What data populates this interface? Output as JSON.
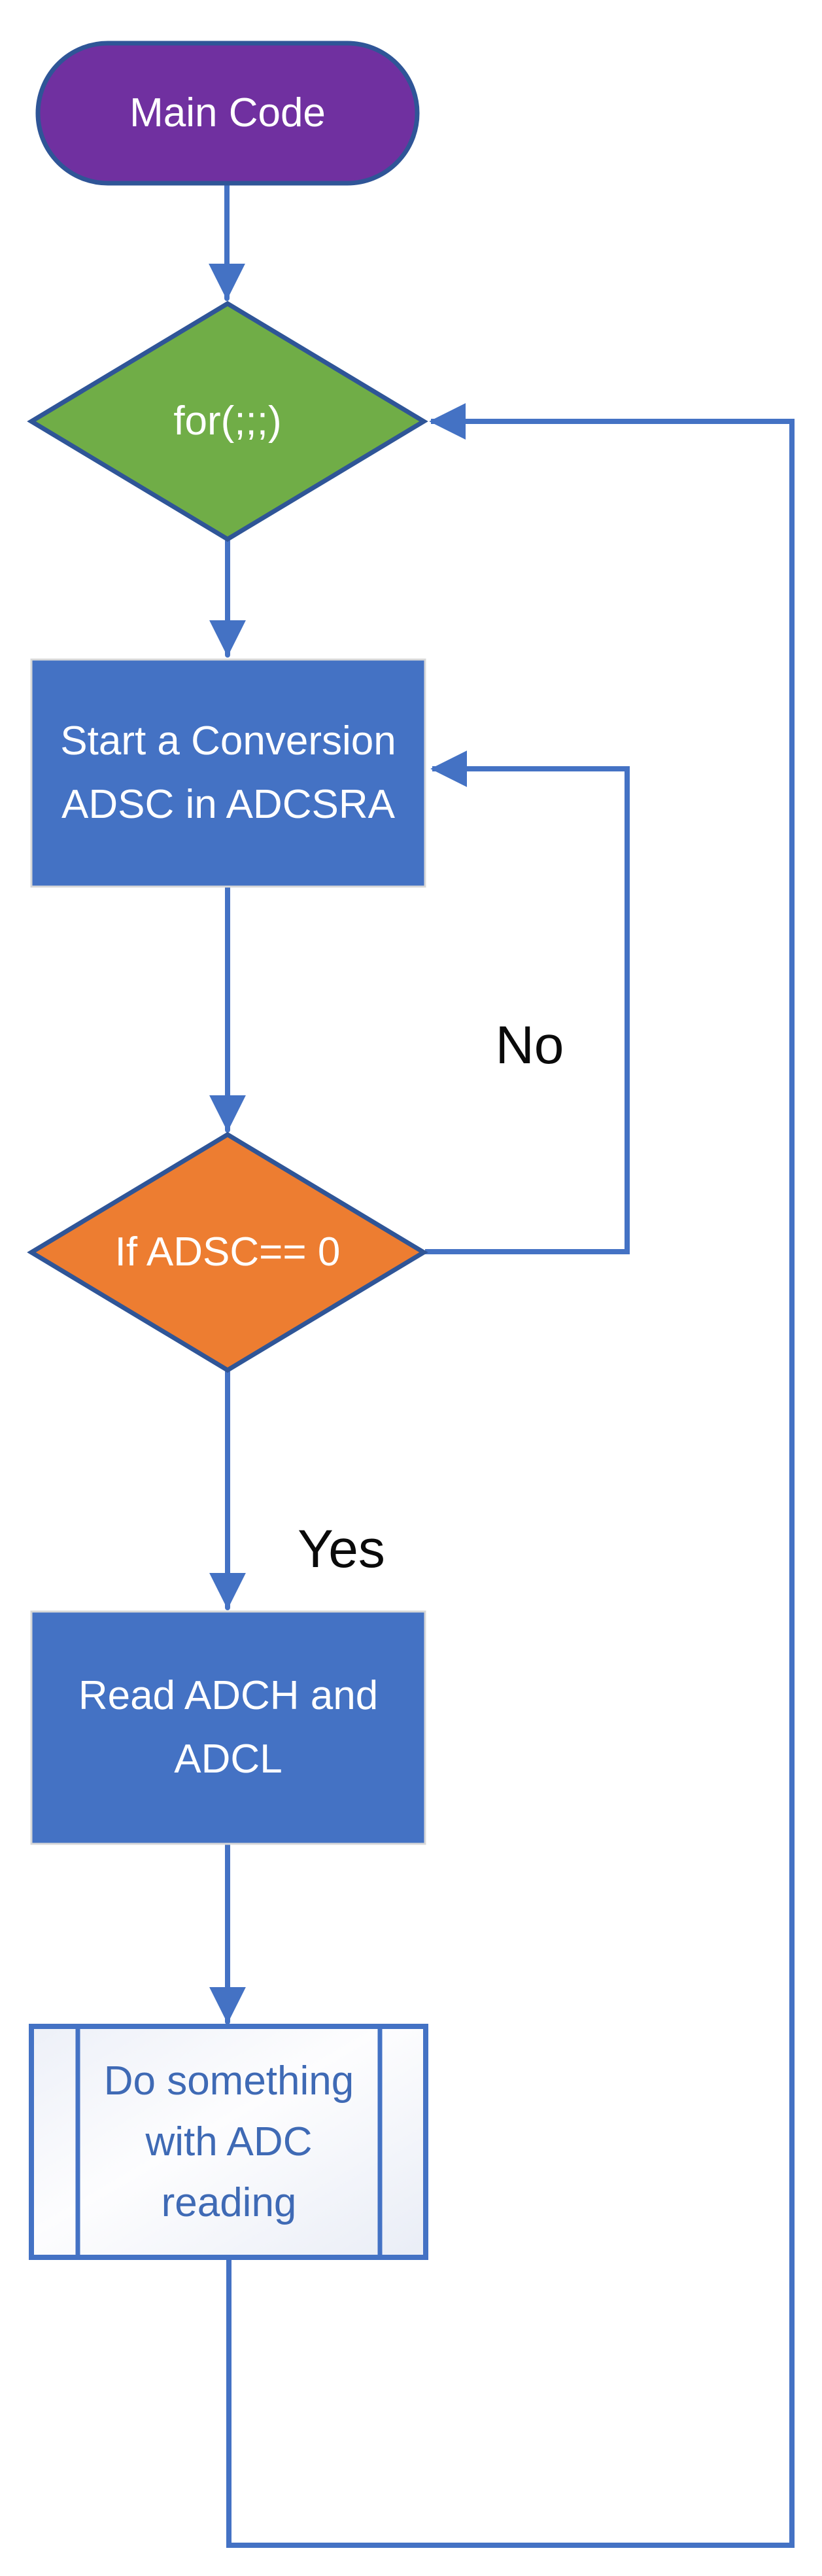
{
  "diagram": {
    "type": "flowchart",
    "connector_color": "#4472C4",
    "nodes": [
      {
        "id": "main-code",
        "shape": "terminator",
        "label": "Main Code",
        "fill": "#7030A0",
        "border": "#2F5597",
        "text_color": "#FFFFFF"
      },
      {
        "id": "for-loop",
        "shape": "decision",
        "label": "for(;;;)",
        "fill": "#70AD47",
        "border": "#2F5597",
        "text_color": "#FFFFFF"
      },
      {
        "id": "start-conversion",
        "shape": "process",
        "label": "Start a Conversion\nADSC in ADCSRA",
        "fill": "#4472C4",
        "border": "#D8D8D8",
        "text_color": "#FFFFFF"
      },
      {
        "id": "if-adsc-zero",
        "shape": "decision",
        "label": "If ADSC== 0",
        "fill": "#ED7D31",
        "border": "#2F5597",
        "text_color": "#FFFFFF"
      },
      {
        "id": "read-adch-adcl",
        "shape": "process",
        "label": "Read ADCH and\nADCL",
        "fill": "#4472C4",
        "border": "#D8D8D8",
        "text_color": "#FFFFFF"
      },
      {
        "id": "do-something",
        "shape": "predefined-process",
        "label": "Do something\nwith ADC\nreading",
        "fill": "#FFFFFF-#E9EDF6",
        "border": "#4472C4",
        "text_color": "#3F6AB5"
      }
    ],
    "edges": [
      {
        "from": "main-code",
        "to": "for-loop",
        "label": ""
      },
      {
        "from": "for-loop",
        "to": "start-conversion",
        "label": ""
      },
      {
        "from": "start-conversion",
        "to": "if-adsc-zero",
        "label": ""
      },
      {
        "from": "if-adsc-zero",
        "to": "start-conversion",
        "label": "No"
      },
      {
        "from": "if-adsc-zero",
        "to": "read-adch-adcl",
        "label": "Yes"
      },
      {
        "from": "read-adch-adcl",
        "to": "do-something",
        "label": ""
      },
      {
        "from": "do-something",
        "to": "for-loop",
        "label": ""
      }
    ],
    "edge_labels": {
      "no": "No",
      "yes": "Yes"
    }
  }
}
